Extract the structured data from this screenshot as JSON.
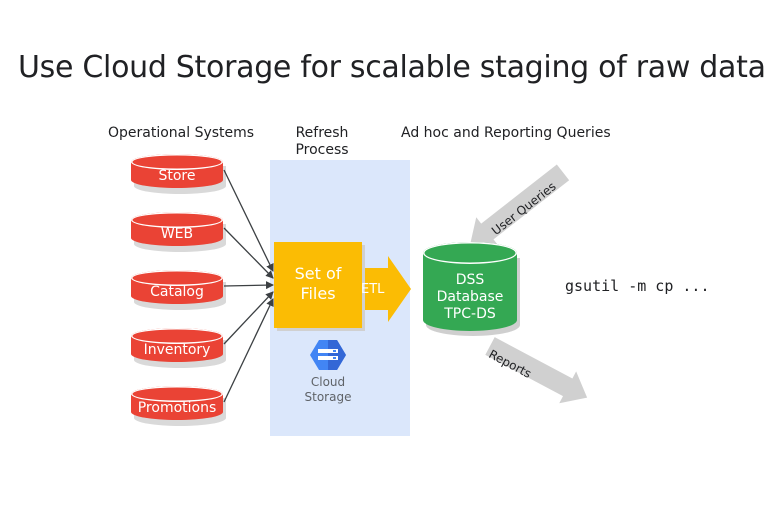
{
  "slide": {
    "title": "Use Cloud Storage for scalable staging of raw data"
  },
  "headers": {
    "operational": "Operational Systems",
    "refresh": [
      "Refresh",
      "Process"
    ],
    "adhoc": "Ad hoc and Reporting Queries"
  },
  "sources": [
    {
      "label": "Store"
    },
    {
      "label": "WEB"
    },
    {
      "label": "Catalog"
    },
    {
      "label": "Inventory"
    },
    {
      "label": "Promotions"
    }
  ],
  "staging": {
    "files_label": [
      "Set of",
      "Files"
    ],
    "etl_label": "ETL",
    "storage_label": [
      "Cloud",
      "Storage"
    ],
    "storage_icon": "cloud-storage-icon"
  },
  "warehouse": {
    "label": [
      "DSS",
      "Database",
      "TPC-DS"
    ]
  },
  "queries": {
    "user_queries": "User Queries",
    "reports": "Reports"
  },
  "command": "gsutil -m cp ...",
  "colors": {
    "source_red": "#ea4335",
    "files_yellow": "#fbbc04",
    "db_green": "#34a853",
    "panel_blue": "#dbe7fb",
    "arrow_gray": "#d0d0d0",
    "gcs_blue": "#4285f4"
  }
}
